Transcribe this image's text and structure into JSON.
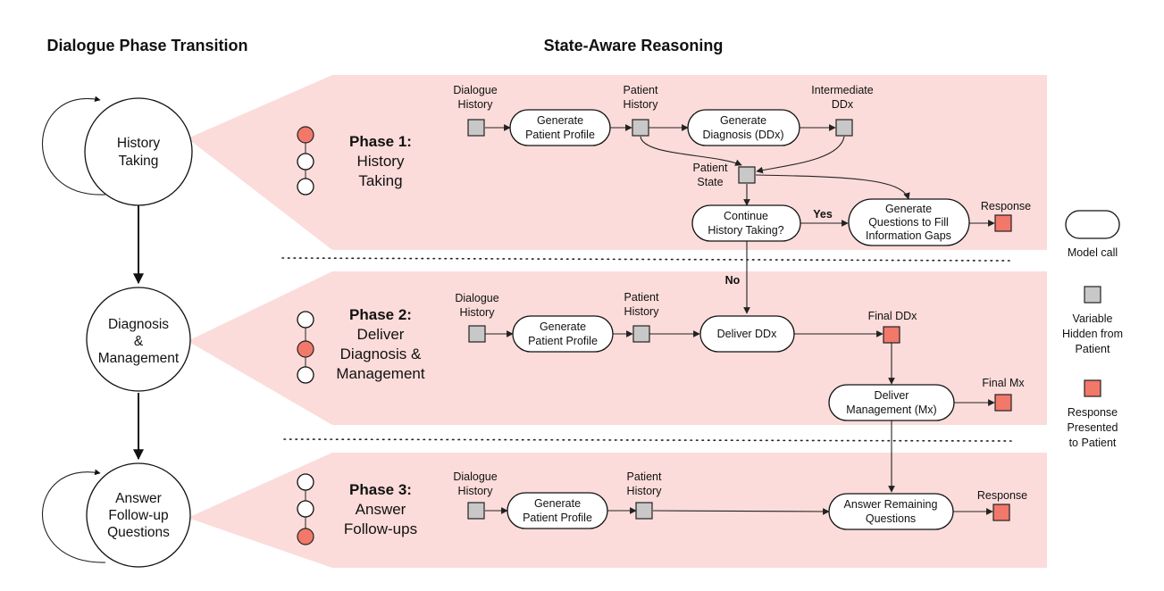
{
  "headers": {
    "left": "Dialogue Phase Transition",
    "right": "State-Aware Reasoning"
  },
  "states": {
    "history_taking": [
      "History",
      "Taking"
    ],
    "diagnosis_management": [
      "Diagnosis",
      "&",
      "Management"
    ],
    "answer_followup": [
      "Answer",
      "Follow-up",
      "Questions"
    ]
  },
  "phases": {
    "p1": {
      "title": "Phase 1:",
      "lines": [
        "History",
        "Taking"
      ]
    },
    "p2": {
      "title": "Phase 2:",
      "lines": [
        "Deliver",
        "Diagnosis &",
        "Management"
      ]
    },
    "p3": {
      "title": "Phase 3:",
      "lines": [
        "Answer",
        "Follow-ups"
      ]
    }
  },
  "phase1": {
    "dialogue_history": [
      "Dialogue",
      "History"
    ],
    "gen_profile": [
      "Generate",
      "Patient Profile"
    ],
    "patient_history": [
      "Patient",
      "History"
    ],
    "gen_diagnosis": [
      "Generate",
      "Diagnosis (DDx)"
    ],
    "intermediate_ddx": [
      "Intermediate",
      "DDx"
    ],
    "patient_state": [
      "Patient",
      "State"
    ],
    "continue": [
      "Continue",
      "History Taking?"
    ],
    "yes": "Yes",
    "gen_questions": [
      "Generate",
      "Questions to Fill",
      "Information Gaps"
    ],
    "response": "Response"
  },
  "no_label": "No",
  "phase2": {
    "dialogue_history": [
      "Dialogue",
      "History"
    ],
    "gen_profile": [
      "Generate",
      "Patient Profile"
    ],
    "patient_history": [
      "Patient",
      "History"
    ],
    "deliver_ddx": "Deliver DDx",
    "final_ddx": "Final DDx",
    "deliver_mx": [
      "Deliver",
      "Management (Mx)"
    ],
    "final_mx": "Final Mx"
  },
  "phase3": {
    "dialogue_history": [
      "Dialogue",
      "History"
    ],
    "gen_profile": [
      "Generate",
      "Patient Profile"
    ],
    "patient_history": [
      "Patient",
      "History"
    ],
    "answer_remaining": [
      "Answer Remaining",
      "Questions"
    ],
    "response": "Response"
  },
  "legend": {
    "model_call": "Model call",
    "hidden": [
      "Variable",
      "Hidden from",
      "Patient"
    ],
    "presented": [
      "Response",
      "Presented",
      "to Patient"
    ]
  },
  "colors": {
    "band": "#fbdcda",
    "active": "#f2786a",
    "hidden_var": "#c8c8c8"
  }
}
